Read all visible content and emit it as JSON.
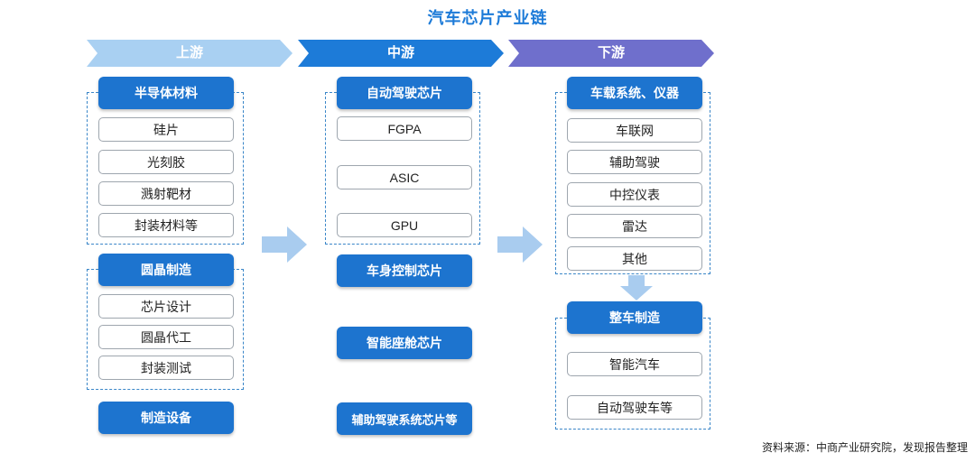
{
  "title": "汽车芯片产业链",
  "colors": {
    "banner_light": "#a9d0f2",
    "banner_mid": "#1d7bd8",
    "banner_dark": "#6f6fcc",
    "header_blue": "#1d74cf",
    "flow_arrow": "#a9ccef",
    "dashed_border": "#3a86c8"
  },
  "stages": {
    "upstream": "上游",
    "midstream": "中游",
    "downstream": "下游"
  },
  "upstream": {
    "semiconductor": {
      "header": "半导体材料",
      "items": [
        "硅片",
        "光刻胶",
        "溅射靶材",
        "封装材料等"
      ]
    },
    "wafer": {
      "header": "圆晶制造",
      "items": [
        "芯片设计",
        "圆晶代工",
        "封装测试"
      ]
    },
    "equipment": "制造设备"
  },
  "midstream": {
    "autonomous": {
      "header": "自动驾驶芯片",
      "items": [
        "FGPA",
        "ASIC",
        "GPU"
      ]
    },
    "body_control": "车身控制芯片",
    "cockpit": "智能座舱芯片",
    "adas": "辅助驾驶系统芯片等"
  },
  "downstream": {
    "vehicle_systems": {
      "header": "车载系统、仪器",
      "items": [
        "车联网",
        "辅助驾驶",
        "中控仪表",
        "雷达",
        "其他"
      ]
    },
    "vehicle_manufacturing": {
      "header": "整车制造",
      "items": [
        "智能汽车",
        "自动驾驶车等"
      ]
    }
  },
  "source": "资料来源：中商产业研究院，发现报告整理"
}
